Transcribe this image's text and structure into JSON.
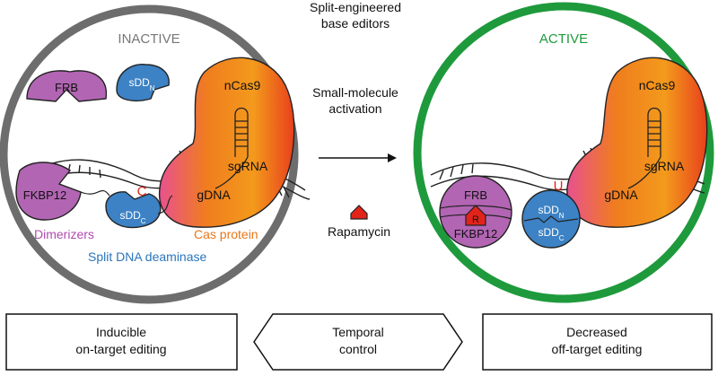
{
  "center": {
    "title_line1": "Split-engineered",
    "title_line2": "base editors",
    "activation_line1": "Small-molecule",
    "activation_line2": "activation",
    "rapamycin_label": "Rapamycin"
  },
  "inactive": {
    "label": "INACTIVE",
    "frb": "FRB",
    "sddn_base": "sDD",
    "sddn_sub": "N",
    "fkbp": "FKBP12",
    "sddc_base": "sDD",
    "sddc_sub": "C",
    "base": "C",
    "ncas9": "nCas9",
    "sgrna": "sgRNA",
    "gdna": "gDNA",
    "dimerizers": "Dimerizers",
    "cas_protein": "Cas protein",
    "split_deaminase": "Split DNA deaminase"
  },
  "active": {
    "label": "ACTIVE",
    "frb": "FRB",
    "r": "R",
    "fkbp": "FKBP12",
    "sddn_base": "sDD",
    "sddn_sub": "N",
    "sddc_base": "sDD",
    "sddc_sub": "C",
    "base": "U",
    "ncas9": "nCas9",
    "sgrna": "sgRNA",
    "gdna": "gDNA"
  },
  "bottom": {
    "left_line1": "Inducible",
    "left_line2": "on-target editing",
    "middle_line1": "Temporal",
    "middle_line2": "control",
    "right_line1": "Decreased",
    "right_line2": "off-target editing"
  },
  "colors": {
    "inactive_ring": "#6d6d6d",
    "active_ring": "#1e9a3c",
    "purple": "#b265b3",
    "blue": "#3c82c4",
    "red": "#e2231a",
    "orange": "#ef7d1a",
    "label_purple": "#b04bb0",
    "label_orange": "#e8761a",
    "label_blue": "#2a75bc"
  }
}
